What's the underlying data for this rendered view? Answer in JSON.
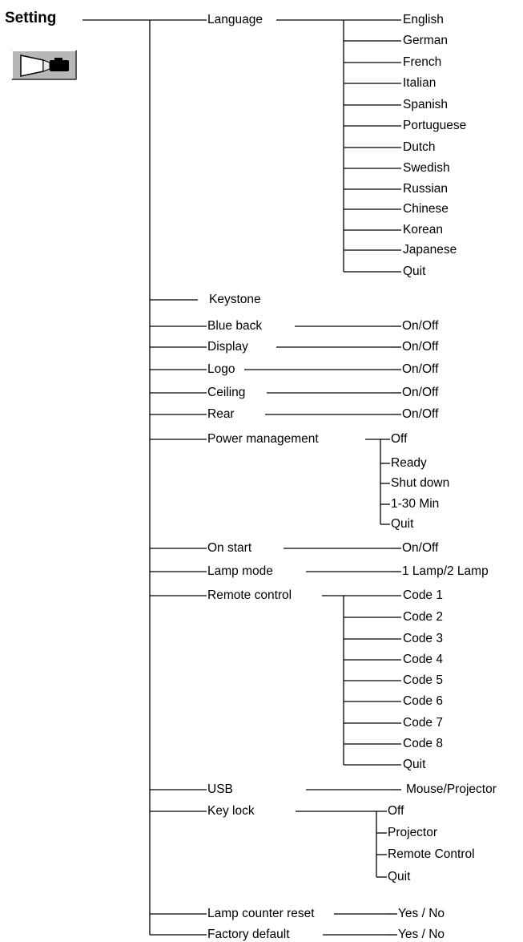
{
  "menu": {
    "title": "Setting",
    "icon": "projector-icon",
    "items": [
      {
        "label": "Language",
        "options": [
          "English",
          "German",
          "French",
          "Italian",
          "Spanish",
          "Portuguese",
          "Dutch",
          "Swedish",
          "Russian",
          "Chinese",
          "Korean",
          "Japanese",
          "Quit"
        ]
      },
      {
        "label": "Keystone",
        "options": []
      },
      {
        "label": "Blue back",
        "options": [
          "On/Off"
        ]
      },
      {
        "label": "Display",
        "options": [
          "On/Off"
        ]
      },
      {
        "label": "Logo",
        "options": [
          "On/Off"
        ]
      },
      {
        "label": "Ceiling",
        "options": [
          "On/Off"
        ]
      },
      {
        "label": "Rear",
        "options": [
          "On/Off"
        ]
      },
      {
        "label": "Power management",
        "options": [
          "Off",
          "Ready",
          "Shut down",
          "1-30 Min",
          "Quit"
        ]
      },
      {
        "label": "On start",
        "options": [
          "On/Off"
        ]
      },
      {
        "label": "Lamp mode",
        "options": [
          "1 Lamp/2 Lamp"
        ]
      },
      {
        "label": "Remote control",
        "options": [
          "Code 1",
          "Code 2",
          "Code 3",
          "Code 4",
          "Code 5",
          "Code 6",
          "Code 7",
          "Code 8",
          "Quit"
        ]
      },
      {
        "label": "USB",
        "options": [
          "Mouse/Projector"
        ]
      },
      {
        "label": "Key lock",
        "options": [
          "Off",
          "Projector",
          "Remote Control",
          "Quit"
        ]
      },
      {
        "label": "Lamp counter reset",
        "options": [
          "Yes / No"
        ]
      },
      {
        "label": "Factory default",
        "options": [
          "Yes / No"
        ]
      }
    ]
  }
}
